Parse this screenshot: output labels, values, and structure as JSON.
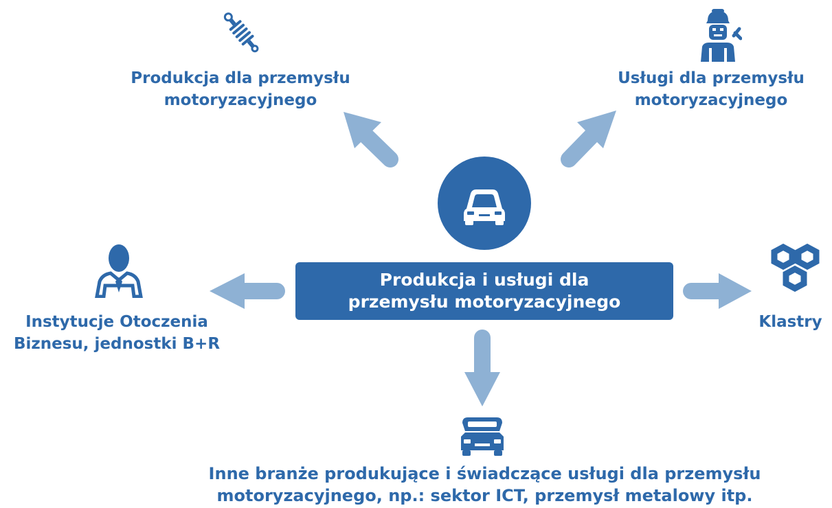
{
  "colors": {
    "primary": "#2e69aa",
    "arrow": "#8eb1d4",
    "background": "#ffffff"
  },
  "center": {
    "icon": "car-icon",
    "line1": "Produkcja i usługi dla",
    "line2": "przemysłu motoryzacyjnego"
  },
  "nodes": {
    "top_left": {
      "icon": "shock-absorber-icon",
      "line1": "Produkcja dla przemysłu",
      "line2": "motoryzacyjnego"
    },
    "top_right": {
      "icon": "mechanic-icon",
      "line1": "Usługi dla przemysłu",
      "line2": "motoryzacyjnego"
    },
    "left": {
      "icon": "businessman-icon",
      "line1": "Instytucje Otoczenia",
      "line2": "Biznesu, jednostki B+R"
    },
    "right": {
      "icon": "cluster-hexagons-icon",
      "line1": "Klastry"
    },
    "bottom": {
      "icon": "car-open-hood-icon",
      "line1": "Inne branże produkujące i świadczące usługi dla przemysłu",
      "line2": "motoryzacyjnego, np.: sektor ICT, przemysł metalowy itp."
    }
  }
}
